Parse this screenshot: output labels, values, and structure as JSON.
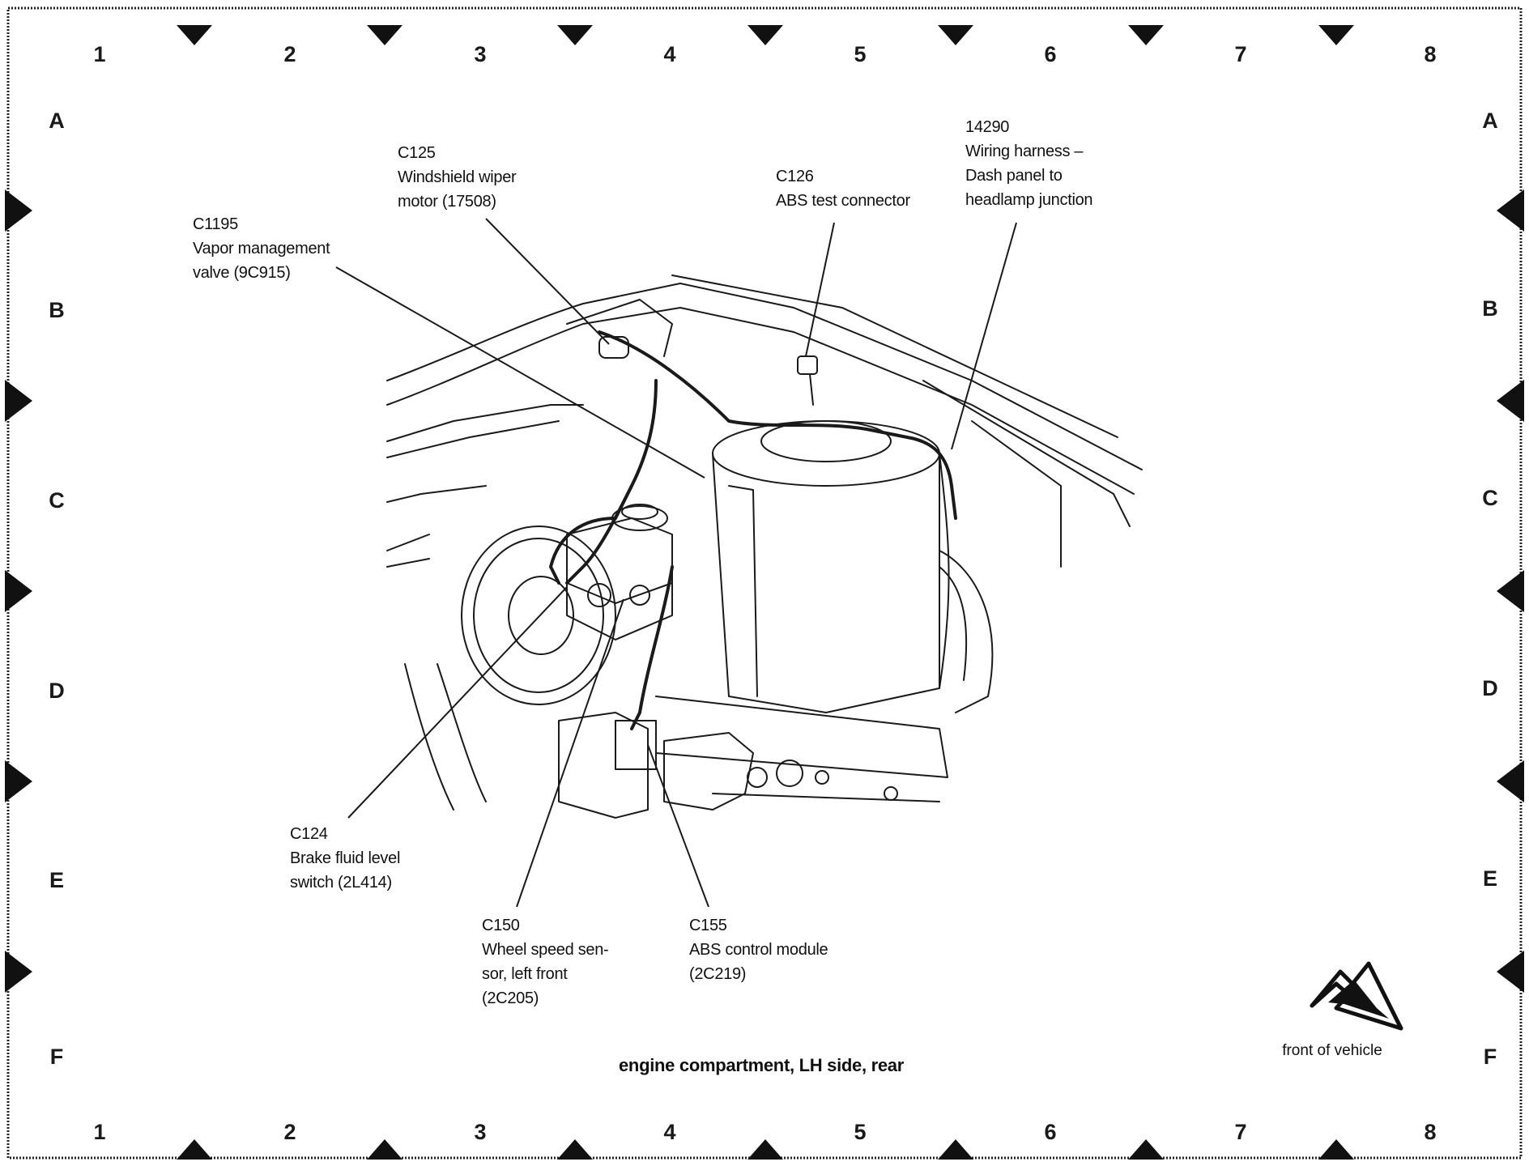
{
  "grid": {
    "columns": [
      "1",
      "2",
      "3",
      "4",
      "5",
      "6",
      "7",
      "8"
    ],
    "rows": [
      "A",
      "B",
      "C",
      "D",
      "E",
      "F"
    ]
  },
  "callouts": {
    "c1195": {
      "connector": "C1195",
      "lines": [
        "Vapor management",
        "valve (9C915)"
      ]
    },
    "c125": {
      "connector": "C125",
      "lines": [
        "Windshield wiper",
        "motor (17508)"
      ]
    },
    "c126": {
      "connector": "C126",
      "lines": [
        "ABS test connector"
      ]
    },
    "h14290": {
      "connector": "14290",
      "lines": [
        "Wiring harness –",
        "Dash panel to",
        "headlamp junction"
      ]
    },
    "c124": {
      "connector": "C124",
      "lines": [
        "Brake fluid level",
        "switch (2L414)"
      ]
    },
    "c150": {
      "connector": "C150",
      "lines": [
        "Wheel speed sen-",
        "sor, left front",
        "(2C205)"
      ]
    },
    "c155": {
      "connector": "C155",
      "lines": [
        "ABS control module",
        "(2C219)"
      ]
    }
  },
  "caption": "engine compartment, LH side, rear",
  "orientation": {
    "label": "front of vehicle",
    "icon": "front-of-vehicle-arrow-icon"
  },
  "colors": {
    "ink": "#1a1a1a",
    "paper": "#ffffff"
  }
}
